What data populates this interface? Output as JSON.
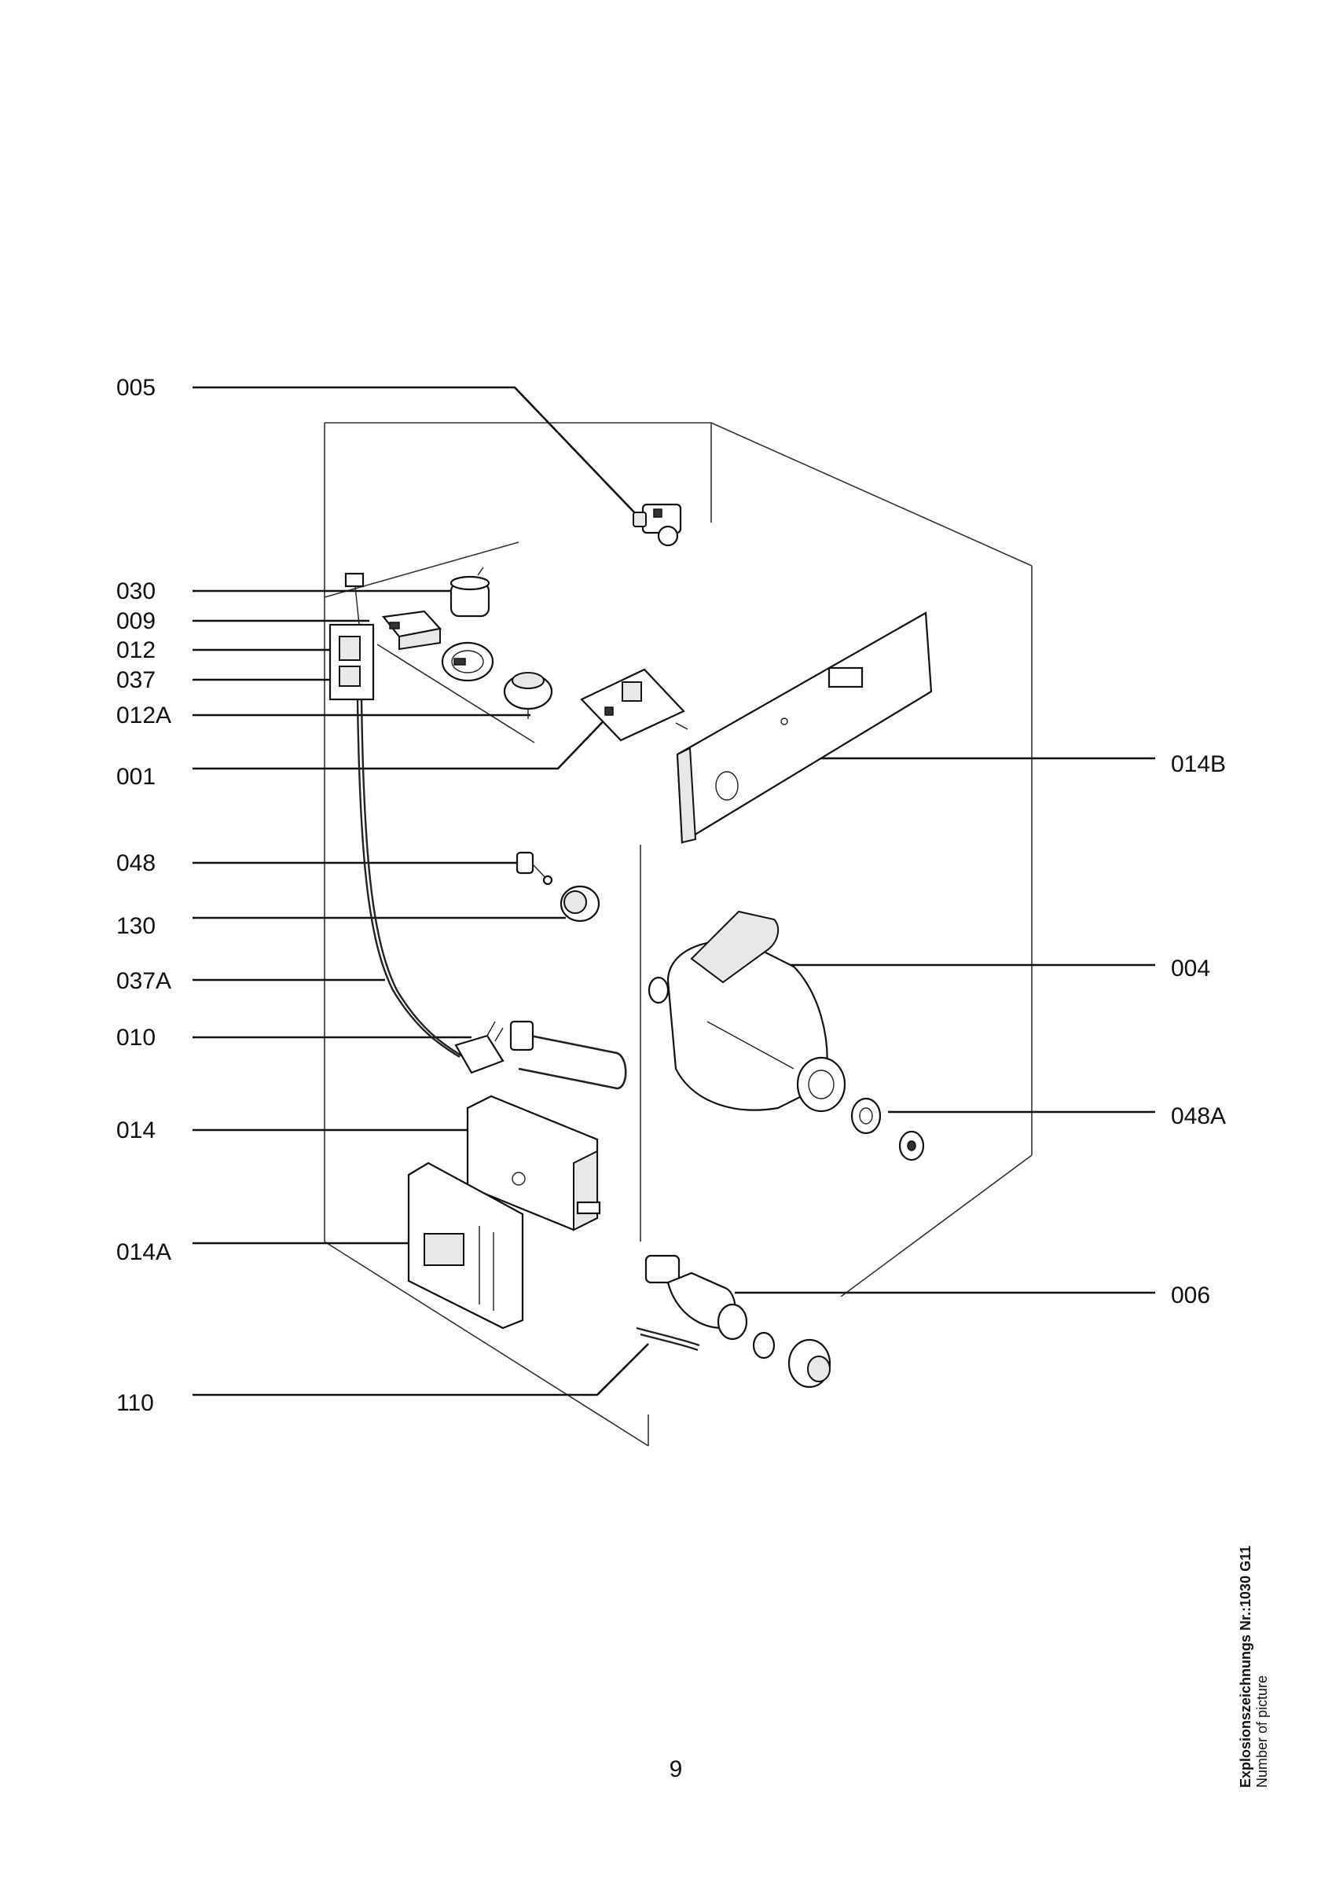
{
  "labels": {
    "p005": "005",
    "p030": "030",
    "p009": "009",
    "p012": "012",
    "p037": "037",
    "p012A": "012A",
    "p001": "001",
    "p048": "048",
    "p130": "130",
    "p037A": "037A",
    "p010": "010",
    "p014": "014",
    "p014A": "014A",
    "p110": "110",
    "p014B": "014B",
    "p004": "004",
    "p048A": "048A",
    "p006": "006"
  },
  "footer": {
    "page_number": "9",
    "drawing_title": "Explosionszeichnungs Nr.:1030 G11",
    "drawing_subtitle": "Number of picture"
  }
}
